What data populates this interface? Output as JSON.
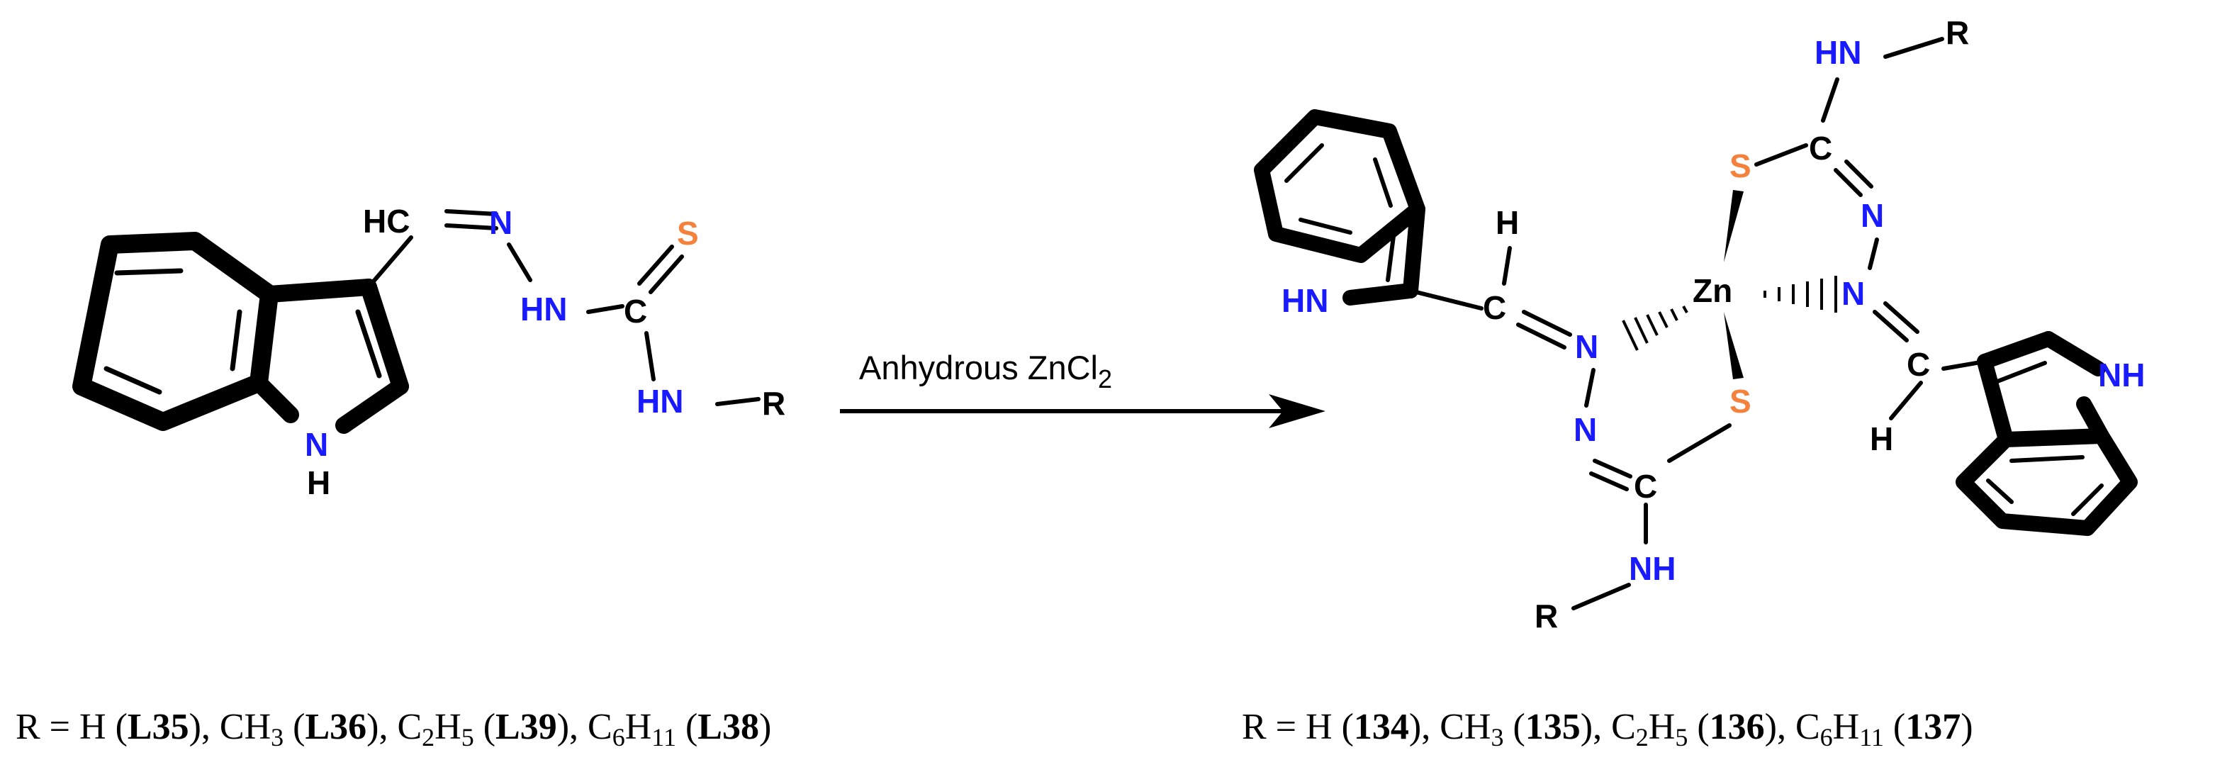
{
  "colors": {
    "carbon": "#000000",
    "nitrogen": "#1a1aff",
    "sulfur": "#f5823c"
  },
  "reagent": {
    "label_main": "Anhydrous ZnCl",
    "label_sub": "2"
  },
  "ligand": {
    "atoms": {
      "hc": "HC",
      "n_imine": "N",
      "hn": "HN",
      "c": "C",
      "s": "S",
      "hn_r": "HN",
      "r": "R",
      "indole_n": "N",
      "indole_h": "H"
    },
    "caption": {
      "prefix": "R = H (",
      "l35": "L35",
      "ch3_text": "), CH",
      "ch3_sub": "3",
      "l36_open": " (",
      "l36": "L36",
      "c2h5_a": "), C",
      "c2h5_sub1": "2",
      "c2h5_b": "H",
      "c2h5_sub2": "5",
      "l39_open": " (",
      "l39": "L39",
      "c6h11_a": "), C",
      "c6h11_sub1": "6",
      "c6h11_b": "H",
      "c6h11_sub2": "11",
      "l38_open": " (",
      "l38": "L38",
      "end": ")"
    }
  },
  "complex": {
    "atoms": {
      "zn": "Zn",
      "s_top": "S",
      "c_top": "C",
      "n_top": "N",
      "hn_top": "HN",
      "r_top": "R",
      "n_right": "N",
      "c_right": "C",
      "h_right": "H",
      "nh_right": "NH",
      "hn_left": "HN",
      "c_left": "C",
      "h_left": "H",
      "n_left": "N",
      "n_bottom": "N",
      "c_bottom": "C",
      "s_bottom": "S",
      "nh_bottom": "NH",
      "r_bottom": "R"
    },
    "caption": {
      "prefix": "R = H (",
      "c134": "134",
      "ch3_text": "), CH",
      "ch3_sub": "3",
      "c135_open": " (",
      "c135": "135",
      "c2h5_a": "), C",
      "c2h5_sub1": "2",
      "c2h5_b": "H",
      "c2h5_sub2": "5",
      "c136_open": " (",
      "c136": "136",
      "c6h11_a": "), C",
      "c6h11_sub1": "6",
      "c6h11_b": "H",
      "c6h11_sub2": "11",
      "c137_open": " (",
      "c137": "137",
      "end": ")"
    }
  }
}
